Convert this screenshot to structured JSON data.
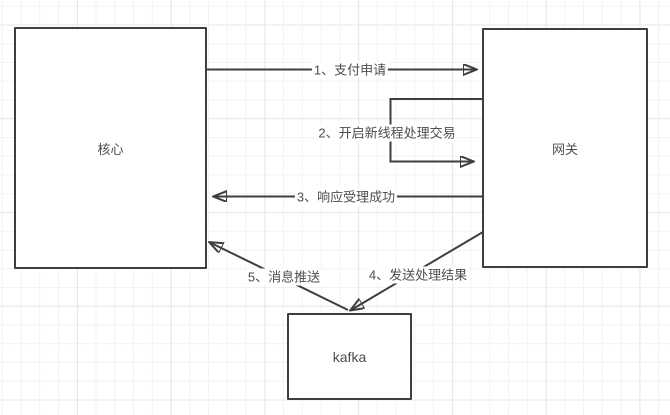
{
  "diagram": {
    "title": "payment-flow-diagram",
    "nodes": [
      {
        "id": "core",
        "label": "核心"
      },
      {
        "id": "gateway",
        "label": "网关"
      },
      {
        "id": "kafka",
        "label": "kafka"
      }
    ],
    "edges": [
      {
        "id": "1",
        "label": "1、支付申请",
        "from": "core",
        "to": "gateway"
      },
      {
        "id": "2",
        "label": "2、开启新线程处理交易",
        "from": "gateway",
        "to": "gateway"
      },
      {
        "id": "3",
        "label": "3、响应受理成功",
        "from": "gateway",
        "to": "core"
      },
      {
        "id": "4",
        "label": "4、发送处理结果",
        "from": "gateway",
        "to": "kafka"
      },
      {
        "id": "5",
        "label": "5、消息推送",
        "from": "kafka",
        "to": "core"
      }
    ],
    "colors": {
      "stroke": "#3e3e3e",
      "text": "#4d4d4d",
      "node_fill": "#ffffff",
      "grid_minor": "#f3f3f3",
      "grid_major": "#e7e7e7",
      "background": "#ffffff"
    }
  }
}
